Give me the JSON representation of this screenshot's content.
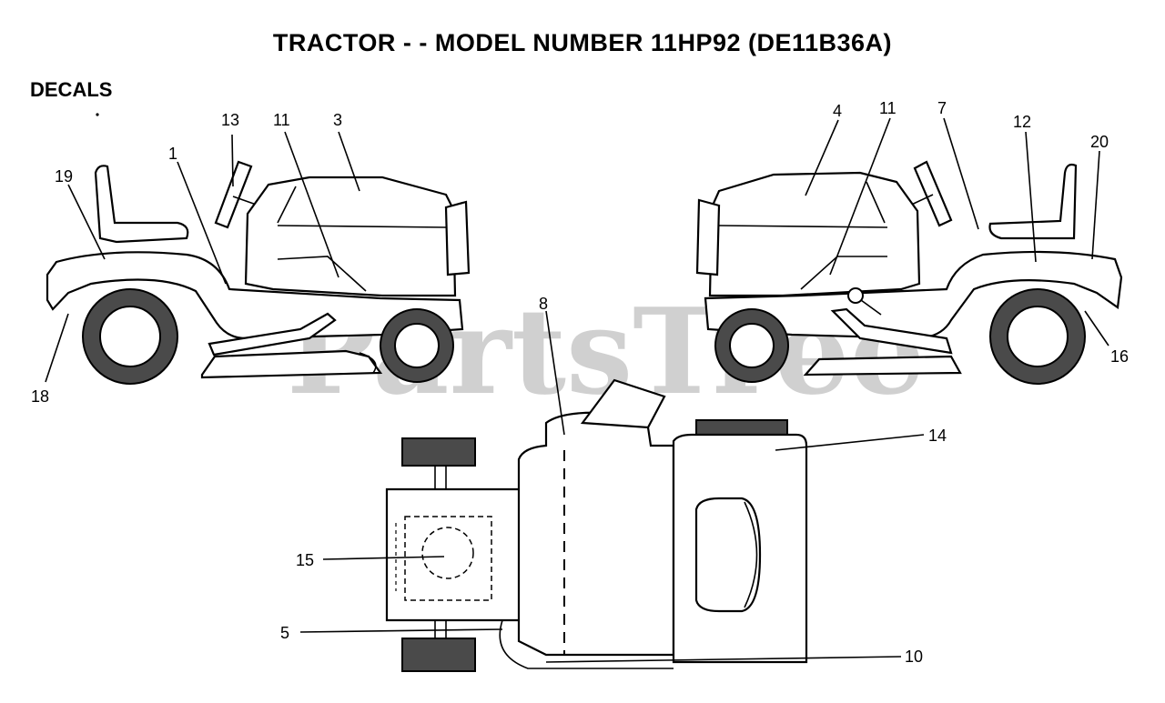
{
  "title": "TRACTOR - - MODEL NUMBER  11HP92 (DE11B36A)",
  "section": "DECALS",
  "watermark": "PartsTree",
  "callouts": {
    "c1": "1",
    "c3": "3",
    "c4": "4",
    "c5": "5",
    "c7": "7",
    "c8": "8",
    "c10": "10",
    "c11a": "11",
    "c11b": "11",
    "c12": "12",
    "c13": "13",
    "c14": "14",
    "c15": "15",
    "c16": "16",
    "c18": "18",
    "c19": "19",
    "c20": "20"
  }
}
